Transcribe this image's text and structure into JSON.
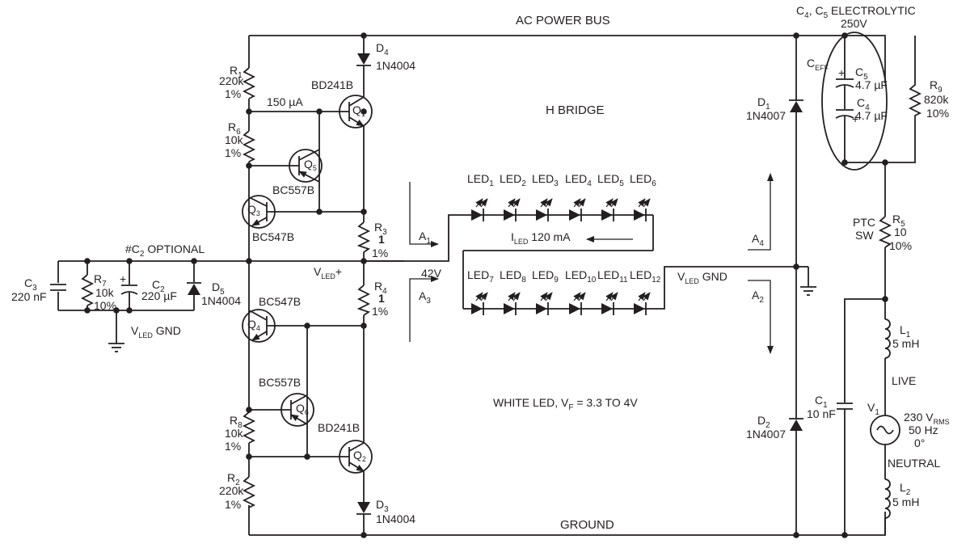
{
  "colors": {
    "ink": "#231f20",
    "background": "#ffffff"
  },
  "buses": {
    "ac_power_bus": "AC POWER BUS",
    "ground": "GROUND",
    "h_bridge": "H BRIDGE",
    "white_led": "WHITE LED, V",
    "white_led_sub": "F",
    "white_led_tail": " = 3.3 TO 4V",
    "live": "LIVE",
    "neutral": "NEUTRAL",
    "c2_optional": "#C",
    "c2_optional_sub": "2",
    "c2_optional_tail": " OPTIONAL",
    "current_150": "150 µA",
    "v42": "42V"
  },
  "electrolytic": {
    "line1": "C",
    "sub4": "4",
    "mid": ", C",
    "sub5": "5",
    "tail": " ELECTROLYTIC",
    "voltage": "250V",
    "ceff": "C",
    "ceff_sub": "EFF"
  },
  "components": {
    "d4": {
      "name": "D",
      "sub": "4",
      "part": "1N4004"
    },
    "d3": {
      "name": "D",
      "sub": "3",
      "part": "1N4004"
    },
    "d1": {
      "name": "D",
      "sub": "1",
      "part": "1N4007"
    },
    "d2": {
      "name": "D",
      "sub": "2",
      "part": "1N4007"
    },
    "d5": {
      "name": "D",
      "sub": "5",
      "part": "1N4004"
    },
    "q1": {
      "name": "Q",
      "sub": "1",
      "part": "BD241B"
    },
    "q2": {
      "name": "Q",
      "sub": "2",
      "part": "BD241B"
    },
    "q3": {
      "name": "Q",
      "sub": "3",
      "part": "BC547B"
    },
    "q4": {
      "name": "Q",
      "sub": "4",
      "part": "BC547B"
    },
    "q5": {
      "name": "Q",
      "sub": "5",
      "part": "BC557B"
    },
    "q6": {
      "name": "Q",
      "sub": "6",
      "part": "BC557B"
    },
    "r1": {
      "name": "R",
      "sub": "1",
      "value": "220k",
      "tol": "1%"
    },
    "r2": {
      "name": "R",
      "sub": "2",
      "value": "220k",
      "tol": "1%"
    },
    "r3": {
      "name": "R",
      "sub": "3",
      "value": "1",
      "tol": "1%"
    },
    "r4": {
      "name": "R",
      "sub": "4",
      "value": "1",
      "tol": "1%"
    },
    "r5": {
      "name": "R",
      "sub": "5",
      "value": "10",
      "tol": "10%",
      "extra1": "PTC",
      "extra2": "SW"
    },
    "r6": {
      "name": "R",
      "sub": "6",
      "value": "10k",
      "tol": "1%"
    },
    "r7": {
      "name": "R",
      "sub": "7",
      "value": "10k",
      "tol": "10%"
    },
    "r8": {
      "name": "R",
      "sub": "8",
      "value": "10k",
      "tol": "1%"
    },
    "r9": {
      "name": "R",
      "sub": "9",
      "value": "820k",
      "tol": "10%"
    },
    "c1": {
      "name": "C",
      "sub": "1",
      "value": "10 nF"
    },
    "c2": {
      "name": "C",
      "sub": "2",
      "value": "220 µF"
    },
    "c3": {
      "name": "C",
      "sub": "3",
      "value": "220 nF"
    },
    "c4": {
      "name": "C",
      "sub": "4",
      "value": "4.7 µF"
    },
    "c5": {
      "name": "C",
      "sub": "5",
      "value": "4.7 µF"
    },
    "l1": {
      "name": "L",
      "sub": "1",
      "value": "5 mH"
    },
    "l2": {
      "name": "L",
      "sub": "2",
      "value": "5 mH"
    },
    "v1": {
      "name": "V",
      "sub": "1",
      "value": "230 V",
      "value_sub": "RMS",
      "freq": "50 Hz",
      "phase": "0°"
    }
  },
  "nets": {
    "vled_plus": "V",
    "vled_plus_sub": "LED",
    "vled_plus_tail": "+",
    "vled_gnd": "V",
    "vled_gnd_sub": "LED",
    "vled_gnd_tail": " GND",
    "iled": "I",
    "iled_sub": "LED",
    "iled_tail": " 120 mA"
  },
  "arrows": {
    "a1": {
      "name": "A",
      "sub": "1"
    },
    "a2": {
      "name": "A",
      "sub": "2"
    },
    "a3": {
      "name": "A",
      "sub": "3"
    },
    "a4": {
      "name": "A",
      "sub": "4"
    }
  },
  "leds": {
    "prefix": "LED",
    "top": [
      "1",
      "2",
      "3",
      "4",
      "5",
      "6"
    ],
    "bottom": [
      "7",
      "8",
      "9",
      "10",
      "11",
      "12"
    ]
  }
}
